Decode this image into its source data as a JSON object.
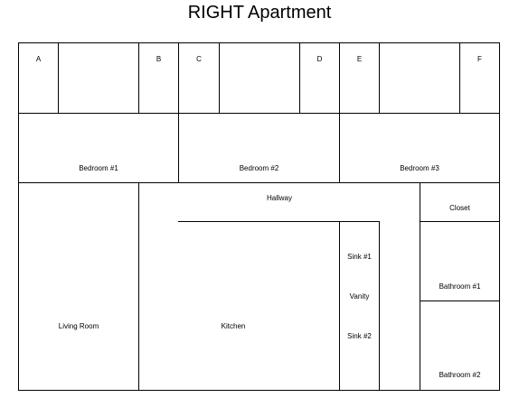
{
  "title": "RIGHT Apartment",
  "closets": {
    "a": "A",
    "b": "B",
    "c": "C",
    "d": "D",
    "e": "E",
    "f": "F"
  },
  "rooms": {
    "bedroom1": "Bedroom #1",
    "bedroom2": "Bedroom #2",
    "bedroom3": "Bedroom #3",
    "hallway": "Hallway",
    "closet": "Closet",
    "sink1": "Sink #1",
    "vanity": "Vanity",
    "sink2": "Sink #2",
    "bathroom1": "Bathroom #1",
    "living_room": "Living Room",
    "kitchen": "Kitchen",
    "bathroom2": "Bathroom #2"
  }
}
